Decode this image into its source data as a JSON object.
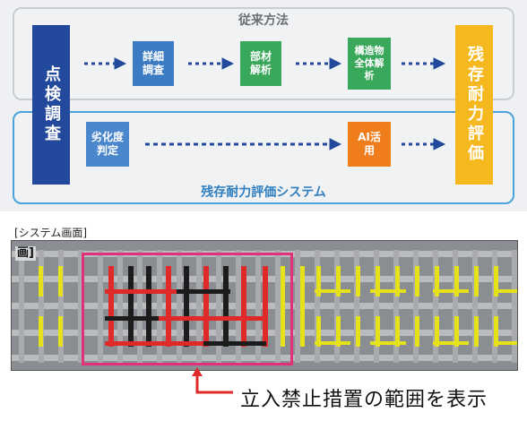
{
  "flow": {
    "conventional_title": "従来方法",
    "system_title": "残存耐力評価システム",
    "start_box": "点検調査",
    "end_box": "残存耐力評価",
    "conventional_steps": [
      "詳細調査",
      "部材解析",
      "構造物全体解析"
    ],
    "system_steps": [
      "劣化度判定",
      "AI活用"
    ]
  },
  "screen": {
    "caption": "[システム画面]",
    "corner_label": "画]",
    "bottom_caption": "立入禁止措置の範囲を表示"
  },
  "colors": {
    "navy": "#22499b",
    "accent_yellow": "#f6b81f",
    "green": "#3aa85a",
    "blue": "#3a7bc4",
    "orange": "#ef7d1c",
    "highlight_pink": "#e2307b",
    "member_red": "#e02a2a",
    "member_black": "#1c1c1c",
    "member_yellow": "#e6e21a"
  },
  "icons": [
    "right-arrow-icon",
    "up-arrow-icon"
  ]
}
